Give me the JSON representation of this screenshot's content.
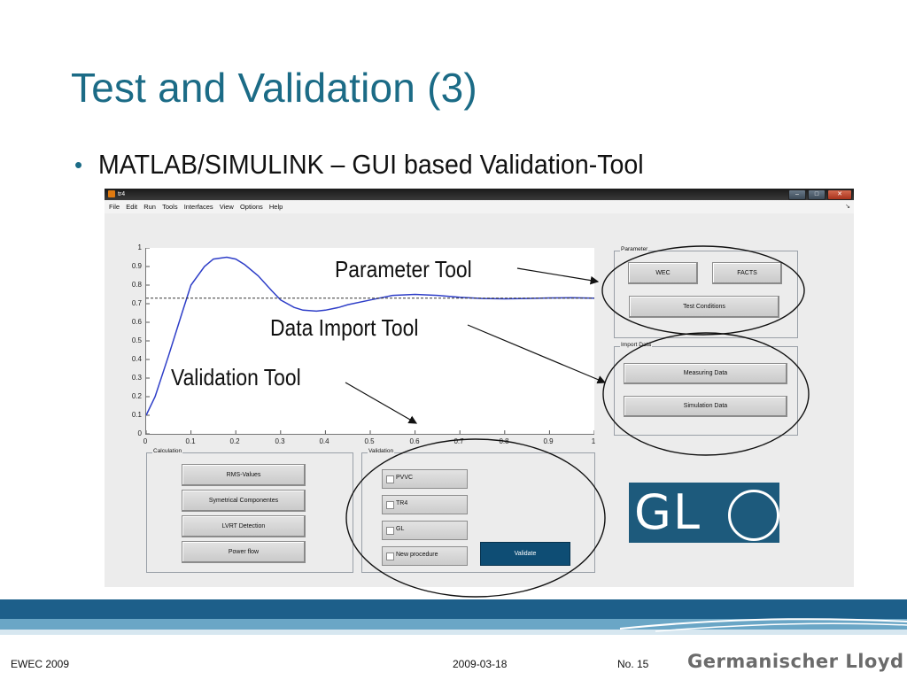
{
  "slide": {
    "title": "Test and Validation (3)",
    "bullet": "MATLAB/SIMULINK – GUI based Validation-Tool"
  },
  "window": {
    "title": "tr4",
    "menu": [
      "File",
      "Edit",
      "Run",
      "Tools",
      "Interfaces",
      "View",
      "Options",
      "Help"
    ]
  },
  "plot": {
    "yticks": [
      "1",
      "0.9",
      "0.8",
      "0.7",
      "0.6",
      "0.5",
      "0.4",
      "0.3",
      "0.2",
      "0.1",
      "0"
    ],
    "xticks": [
      "0",
      "0.1",
      "0.2",
      "0.3",
      "0.4",
      "0.5",
      "0.6",
      "0.7",
      "0.8",
      "0.9",
      "1"
    ]
  },
  "chart_data": {
    "type": "line",
    "xlim": [
      0,
      1
    ],
    "ylim": [
      0,
      1
    ],
    "series": [
      {
        "x": [
          0,
          0.02,
          0.05,
          0.08,
          0.1,
          0.13,
          0.15,
          0.18,
          0.2,
          0.22,
          0.25,
          0.28,
          0.3,
          0.33,
          0.35,
          0.38,
          0.4,
          0.43,
          0.45,
          0.5,
          0.55,
          0.6,
          0.65,
          0.7,
          0.75,
          0.8,
          0.85,
          0.9,
          0.95,
          1.0
        ],
        "y": [
          0.1,
          0.2,
          0.42,
          0.65,
          0.8,
          0.9,
          0.94,
          0.95,
          0.94,
          0.91,
          0.85,
          0.77,
          0.72,
          0.68,
          0.665,
          0.66,
          0.665,
          0.68,
          0.695,
          0.72,
          0.745,
          0.75,
          0.745,
          0.735,
          0.728,
          0.726,
          0.728,
          0.731,
          0.732,
          0.73
        ]
      },
      {
        "x": [
          0,
          1
        ],
        "y": [
          0.73,
          0.73
        ],
        "style": "dashed"
      }
    ]
  },
  "panels": {
    "parameter": {
      "label": "Parameter",
      "wec": "WEC",
      "facts": "FACTS",
      "test_conditions": "Test Conditions"
    },
    "import": {
      "label": "Import Data",
      "measuring": "Measuring Data",
      "simulation": "Simulation Data"
    },
    "calculation": {
      "label": "Calculation",
      "buttons": [
        "RMS-Values",
        "Symetrical Componentes",
        "LVRT Detection",
        "Power flow"
      ]
    },
    "validation": {
      "label": "Validation",
      "options": [
        "PVVC",
        "TR4",
        "GL",
        "New procedure"
      ],
      "validate": "Validate"
    }
  },
  "logo": {
    "text": "GL"
  },
  "callouts": {
    "parameter": "Parameter Tool",
    "import": "Data Import Tool",
    "validation": "Validation Tool"
  },
  "footer": {
    "left": "EWEC 2009",
    "date": "2009-03-18",
    "page": "No. 15",
    "brand": "Germanischer Lloyd"
  },
  "colors": {
    "title": "#1b6b86",
    "footer_dark": "#1d5f8a",
    "footer_light": "#6aa6c6",
    "logo_bg": "#1d5a7c",
    "validate_button": "#0e4d74",
    "curve": "#2e3ec8"
  }
}
